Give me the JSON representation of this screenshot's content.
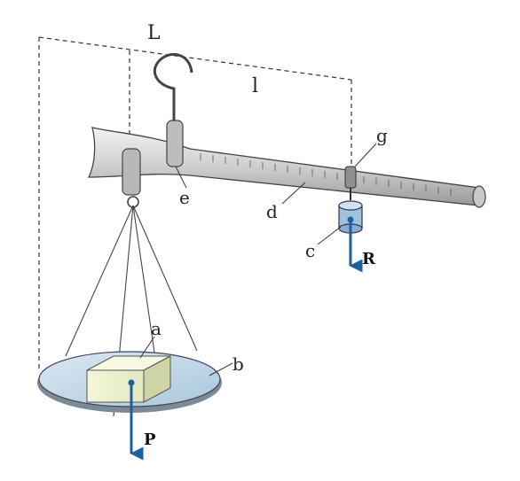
{
  "labels": {
    "L": "L",
    "l": "l",
    "g": "g",
    "e": "e",
    "d": "d",
    "c": "c",
    "R": "R",
    "a": "a",
    "b": "b",
    "P": "P"
  },
  "colors": {
    "force_arrow": "#1f5f9f",
    "pan_fill": "#b9d4e6",
    "beam_fill": "#dcdcdc",
    "line": "#333333"
  },
  "icons": {
    "hook": "hook-icon",
    "weight": "cylinder-weight-icon",
    "block": "cube-icon"
  }
}
